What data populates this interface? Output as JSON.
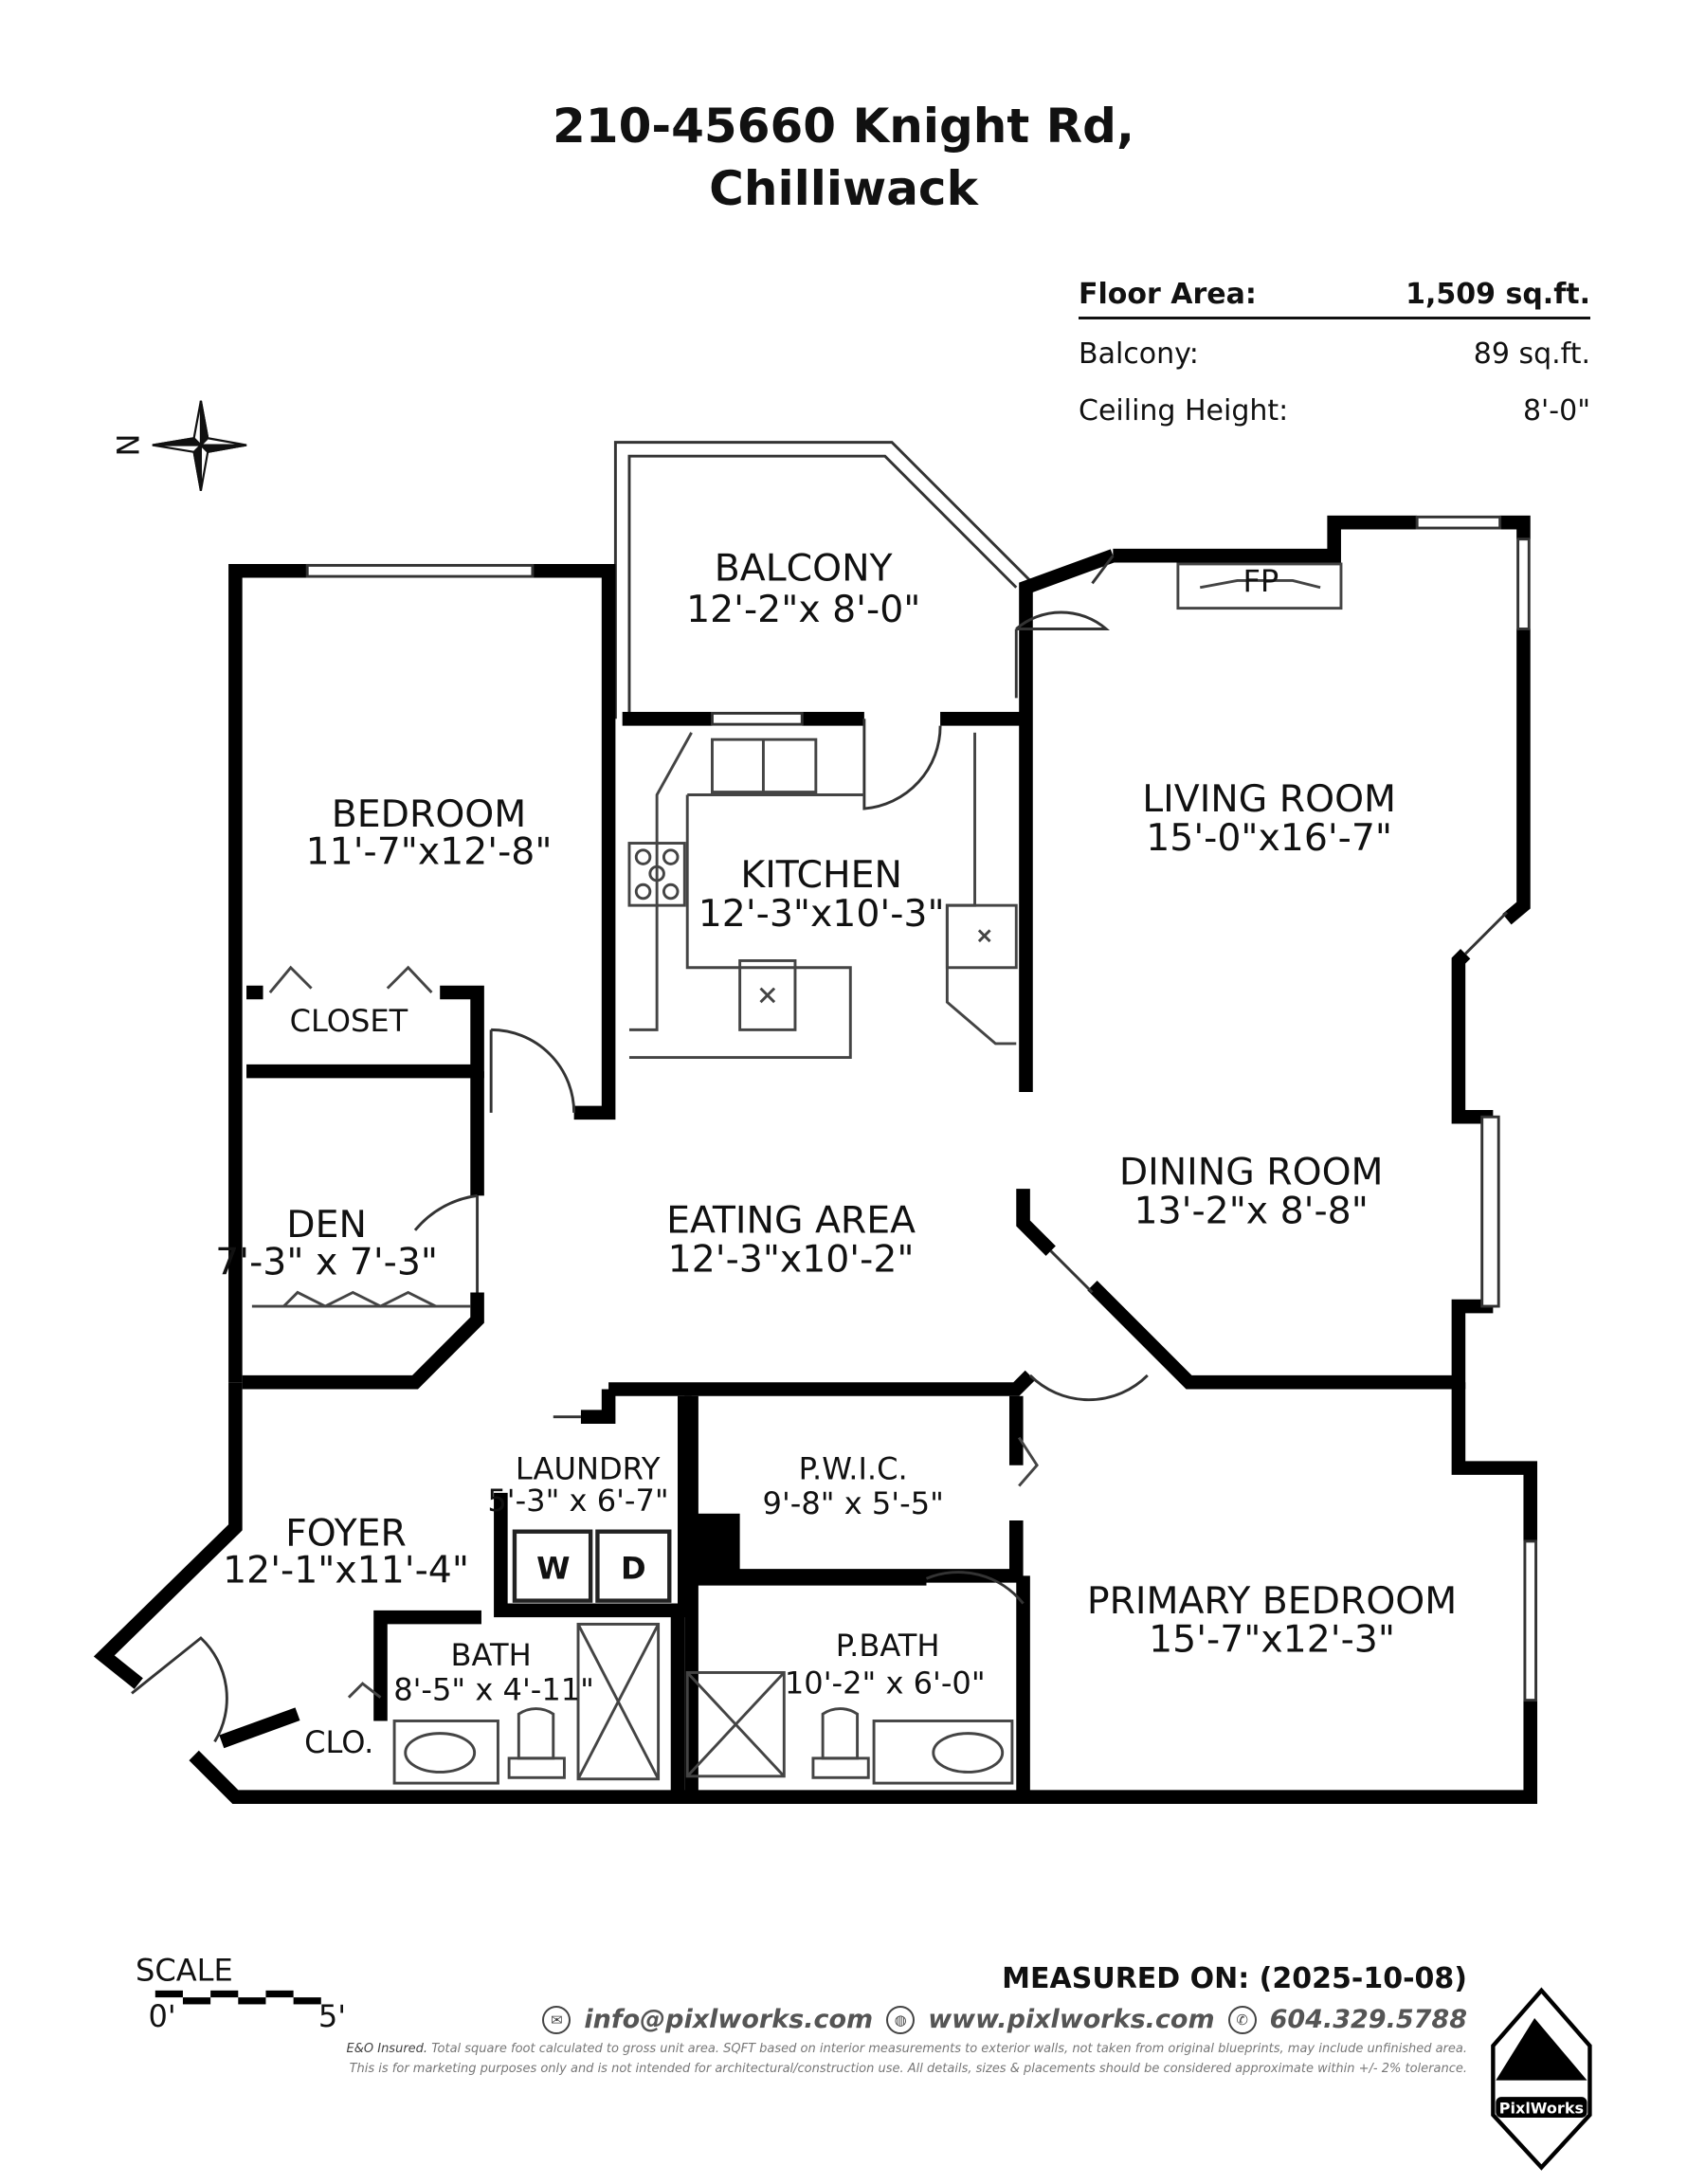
{
  "title": {
    "line1": "210-45660 Knight Rd,",
    "line2": "Chilliwack"
  },
  "areas": [
    {
      "label": "Floor Area:",
      "value": "1,509 sq.ft."
    },
    {
      "label": "Balcony:",
      "value": "89 sq.ft."
    },
    {
      "label": "Ceiling Height:",
      "value": "8'-0\""
    }
  ],
  "compass": {
    "label": "N"
  },
  "rooms": [
    {
      "name": "BALCONY",
      "dims": "12'-2\"x 8'-0\""
    },
    {
      "name": "BEDROOM",
      "dims": "11'-7\"x12'-8\""
    },
    {
      "name": "KITCHEN",
      "dims": "12'-3\"x10'-3\""
    },
    {
      "name": "LIVING ROOM",
      "dims": "15'-0\"x16'-7\""
    },
    {
      "name": "DINING ROOM",
      "dims": "13'-2\"x 8'-8\""
    },
    {
      "name": "DEN",
      "dims": "7'-3\" x 7'-3\""
    },
    {
      "name": "EATING AREA",
      "dims": "12'-3\"x10'-2\""
    },
    {
      "name": "LAUNDRY",
      "dims": "5'-3\" x 6'-7\""
    },
    {
      "name": "P.W.I.C.",
      "dims": "9'-8\" x 5'-5\""
    },
    {
      "name": "FOYER",
      "dims": "12'-1\"x11'-4\""
    },
    {
      "name": "BATH",
      "dims": "8'-5\" x 4'-11\""
    },
    {
      "name": "P.BATH",
      "dims": "10'-2\" x 6'-0\""
    },
    {
      "name": "PRIMARY BEDROOM",
      "dims": "15'-7\"x12'-3\""
    }
  ],
  "labels": {
    "closet": "CLOSET",
    "clo": "CLO.",
    "fireplace": "FP",
    "washer": "W",
    "dryer": "D"
  },
  "scale": {
    "label": "SCALE",
    "start": "0'",
    "end": "5'"
  },
  "footer": {
    "measured": "MEASURED ON: (2025-10-08)",
    "email": "info@pixlworks.com",
    "website": "www.pixlworks.com",
    "phone": "604.329.5788",
    "disclaimer1_bold": "E&O Insured.",
    "disclaimer1": "Total square foot calculated to gross unit area. SQFT based on interior measurements to exterior walls, not taken from original blueprints, may include unfinished area.",
    "disclaimer2": "This is for marketing purposes only and is not intended for architectural/construction use.  All details, sizes & placements should be considered approximate within +/- 2%  tolerance.",
    "logo": "PixlWorks"
  },
  "colors": {
    "wall": "#000000",
    "fixture": "#555555",
    "text": "#111111"
  }
}
